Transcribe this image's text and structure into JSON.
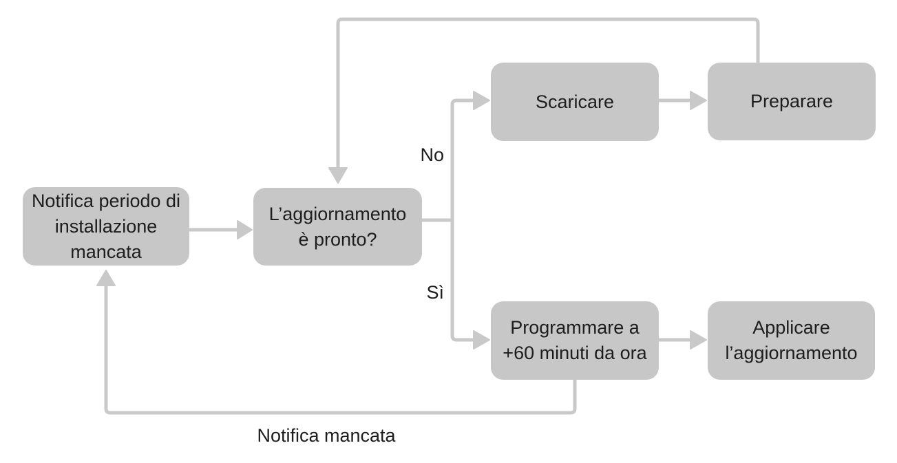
{
  "diagram": {
    "colors": {
      "node_fill": "#c7c7c7",
      "connector": "#c9c9c9",
      "text_color": "#1d1d1f",
      "background": "#ffffff"
    },
    "nodes": [
      {
        "id": "missed-install-notice",
        "lines": [
          "Notifica periodo di",
          "installazione",
          "mancata"
        ]
      },
      {
        "id": "update-ready-question",
        "lines": [
          "L’aggiornamento",
          "è pronto?"
        ]
      },
      {
        "id": "download",
        "lines": [
          "Scaricare"
        ]
      },
      {
        "id": "prepare",
        "lines": [
          "Preparare"
        ]
      },
      {
        "id": "schedule-60-minutes",
        "lines": [
          "Programmare a",
          "+60 minuti da ora"
        ]
      },
      {
        "id": "apply-update",
        "lines": [
          "Applicare",
          "l’aggiornamento"
        ]
      }
    ],
    "edge_labels": {
      "no": "No",
      "yes": "Sì",
      "missed_notification": "Notifica mancata"
    }
  }
}
